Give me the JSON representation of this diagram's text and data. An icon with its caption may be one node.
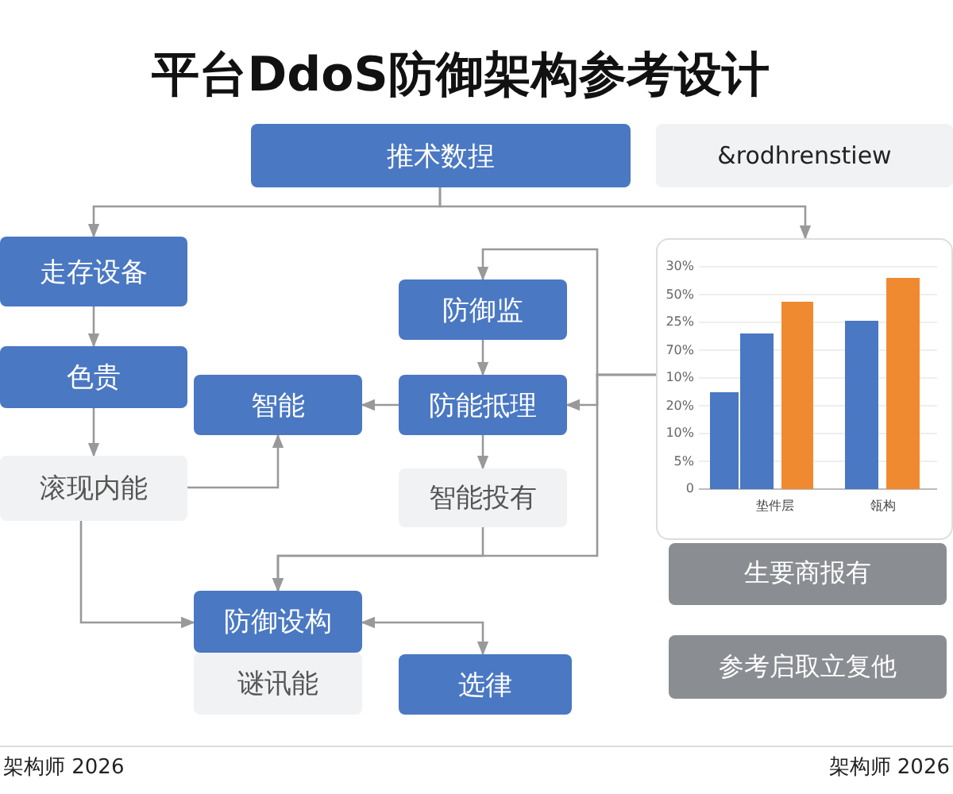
{
  "diagram": {
    "title": "平台DdoS防御架构参考设计",
    "nodes": [
      {
        "text": [
          "推术数捏"
        ]
      },
      {
        "text": [
          "&rodhrenstiew"
        ]
      },
      {
        "text": [
          "走存设备"
        ]
      },
      {
        "text": [
          "色贵"
        ]
      },
      {
        "text": [
          "滚现内能"
        ]
      },
      {
        "text": [
          "智能"
        ]
      },
      {
        "text": [
          "防御监"
        ]
      },
      {
        "text": [
          "防能抵理"
        ]
      },
      {
        "text": [
          "智能投有"
        ]
      },
      {
        "text": [
          "防御设构"
        ]
      },
      {
        "text": [
          "谜讯能"
        ]
      },
      {
        "text": [
          "选律"
        ]
      },
      {
        "text": [],
        "shape": "box"
      },
      {
        "text": [
          "生要商报有"
        ]
      },
      {
        "text": [
          "参考启取立复他"
        ]
      }
    ],
    "edges": [
      {
        "from": 0,
        "to": 2,
        "arrow": "to"
      },
      {
        "from": 0,
        "to": 12,
        "arrow": "to"
      },
      {
        "from": 2,
        "to": 3,
        "arrow": "to"
      },
      {
        "from": 3,
        "to": 4,
        "arrow": "to"
      },
      {
        "from": 4,
        "to": 5,
        "arrow": "to"
      },
      {
        "from": 7,
        "to": 5,
        "arrow": "to"
      },
      {
        "from": 6,
        "to": 7,
        "arrow": "to"
      },
      {
        "from": 7,
        "to": 8,
        "arrow": "to"
      },
      {
        "from": 12,
        "to": 6,
        "arrow": "to"
      },
      {
        "from": 12,
        "to": 7,
        "arrow": "to"
      },
      {
        "from": 12,
        "to": 9,
        "arrow": "to"
      },
      {
        "from": 8,
        "to": 9,
        "arrow": "to"
      },
      {
        "from": 4,
        "to": 9,
        "arrow": "to"
      },
      {
        "from": 9,
        "to": 11,
        "arrow": "both"
      }
    ],
    "labels": [
      "30%",
      "50%",
      "25%",
      "70%",
      "10%",
      "20%",
      "10%",
      "5%",
      "0",
      "垫件层",
      "瓴构",
      "架构师 2026",
      "架构师 2026"
    ]
  }
}
